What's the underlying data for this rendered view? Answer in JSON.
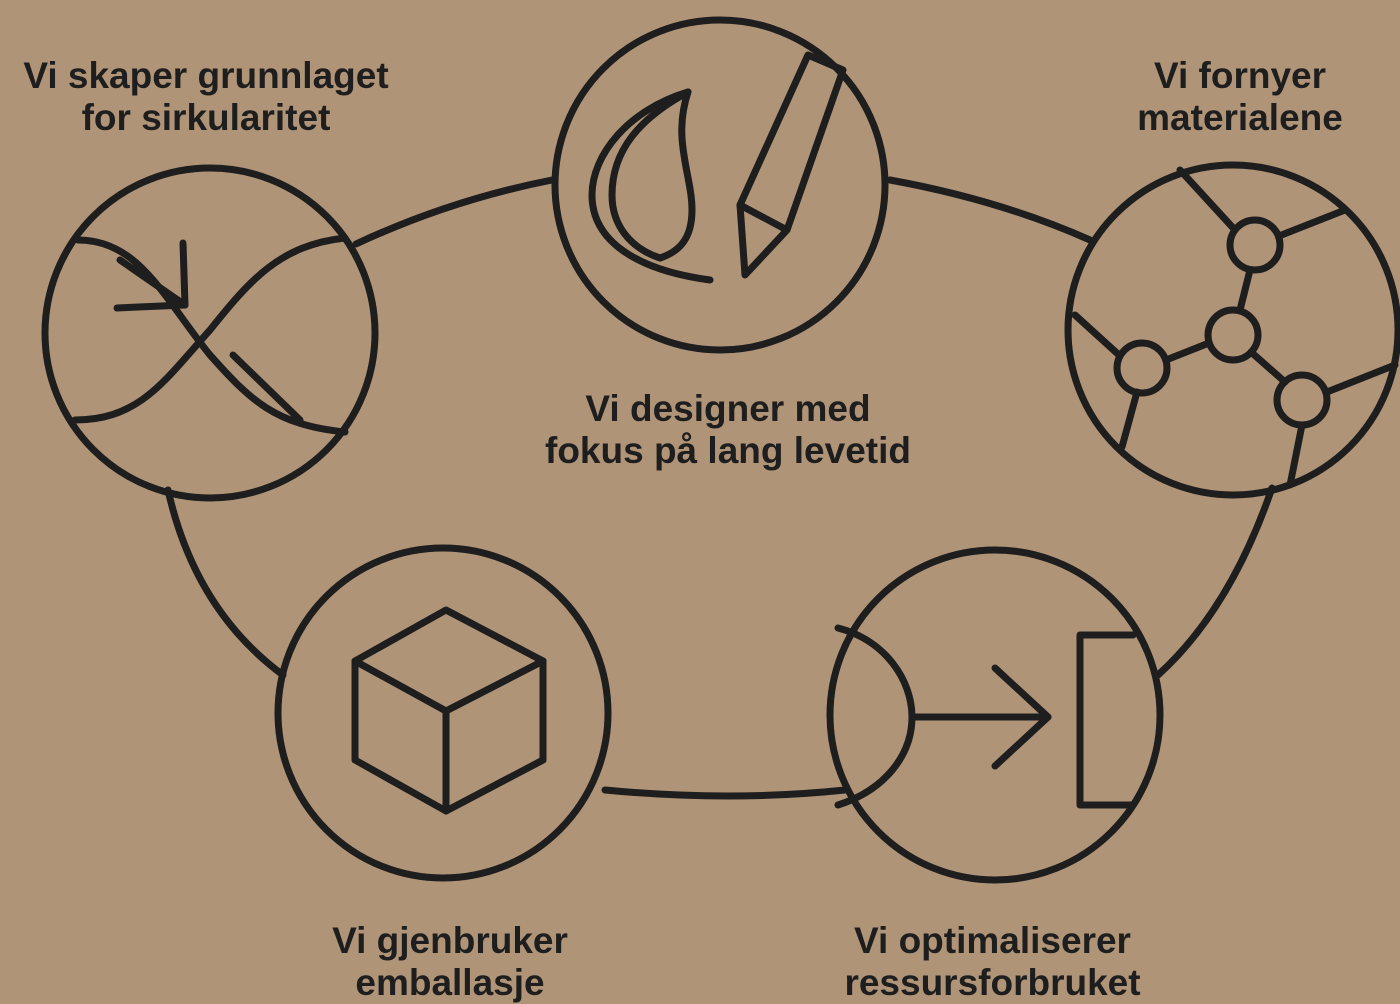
{
  "palette": {
    "background": "#b09478",
    "stroke": "#1e1e1e",
    "text": "#1e1e1e"
  },
  "diagram": {
    "type": "circular-process",
    "center": {
      "label": [
        "Vi designer med",
        "fokus på lang levetid"
      ]
    },
    "nodes": [
      {
        "id": "design",
        "icon": "leaf-pencil-icon",
        "label": [
          "Vi designer med",
          "fokus på lang levetid"
        ]
      },
      {
        "id": "materials",
        "icon": "molecule-network-icon",
        "label": [
          "Vi fornyer",
          "materialene"
        ]
      },
      {
        "id": "resources",
        "icon": "arrow-into-bracket-icon",
        "label": [
          "Vi optimaliserer",
          "ressursforbruket"
        ]
      },
      {
        "id": "packaging",
        "icon": "cube-icon",
        "label": [
          "Vi gjenbruker",
          "emballasje"
        ]
      },
      {
        "id": "circularity",
        "icon": "crossover-arrow-icon",
        "label": [
          "Vi skaper grunnlaget",
          "for sirkularitet"
        ]
      }
    ]
  }
}
